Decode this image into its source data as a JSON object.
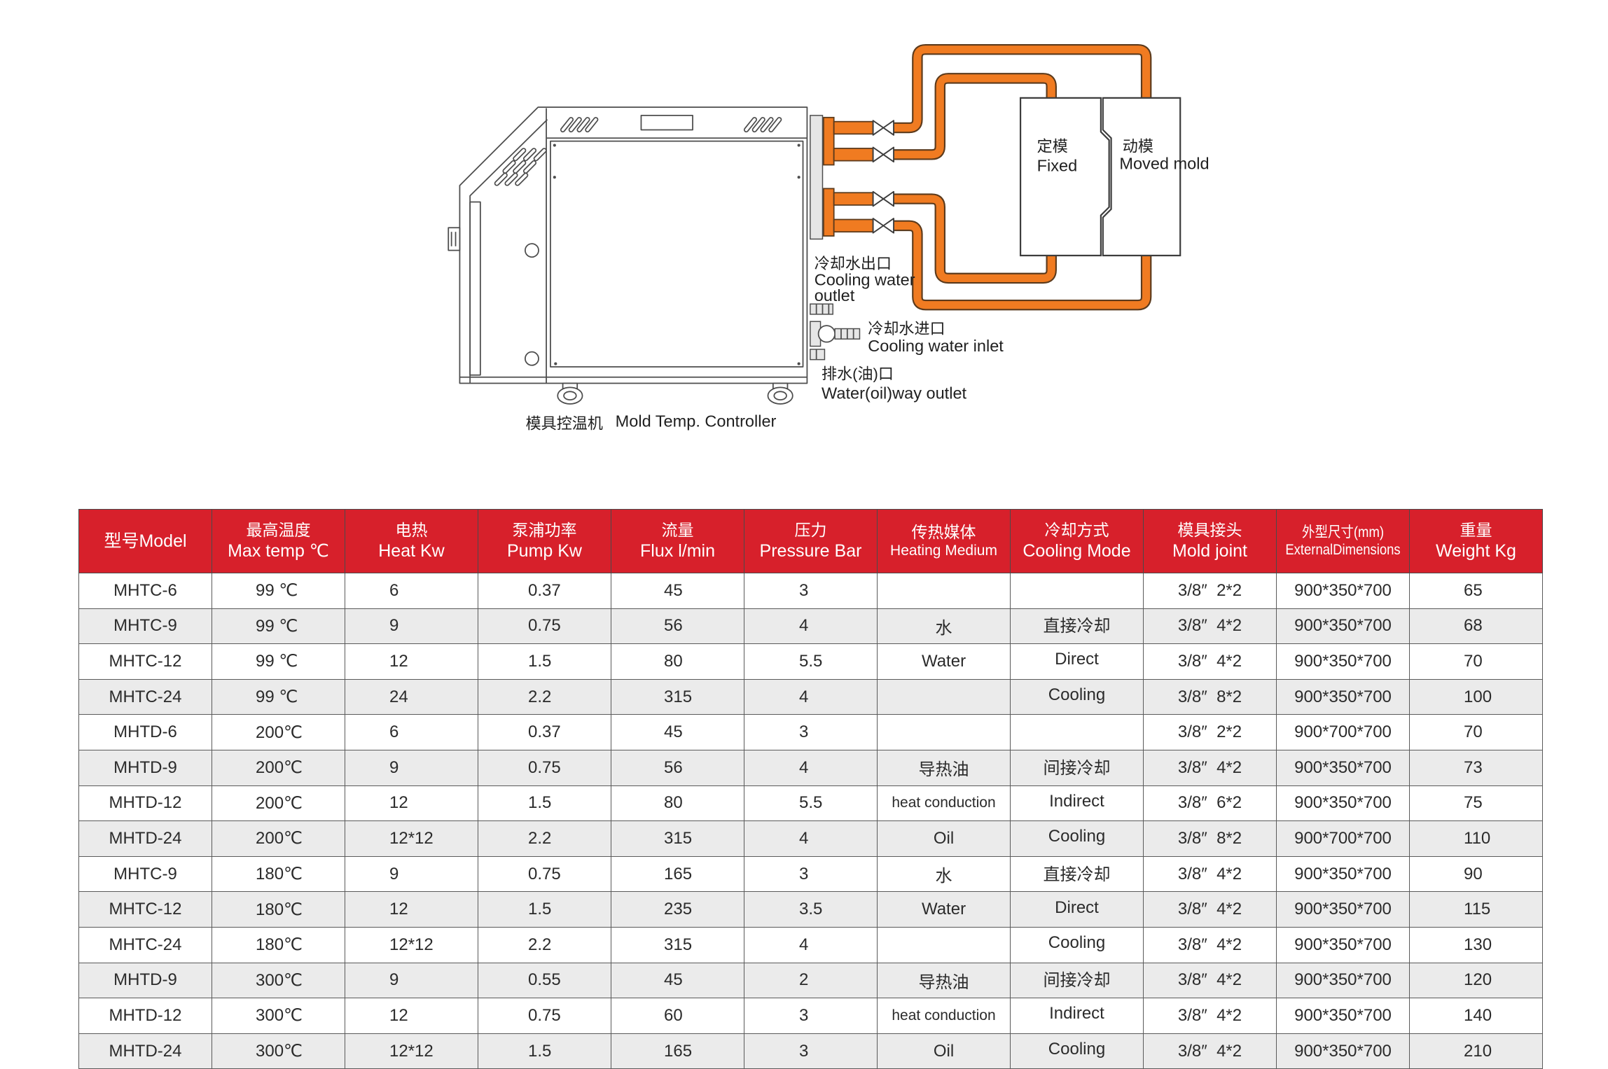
{
  "diagram": {
    "machine_label_cn": "模具控温机",
    "machine_label_en": "Mold Temp. Controller",
    "fixed_mold_cn": "定模",
    "fixed_mold_en": "Fixed",
    "moved_mold_cn": "动模",
    "moved_mold_en": "Moved mold",
    "cooling_outlet_cn": "冷却水出口",
    "cooling_outlet_en_1": "Cooling water",
    "cooling_outlet_en_2": "outlet",
    "cooling_inlet_cn": "冷却水进口",
    "cooling_inlet_en": "Cooling water inlet",
    "drain_cn": "排水(油)口",
    "drain_en": "Water(oil)way outlet",
    "pipe_color": "#f07b21"
  },
  "table": {
    "header_color": "#d7202b",
    "alt_row_color": "#ebebeb",
    "columns": [
      {
        "line1": "型号Model"
      },
      {
        "line1": "最高温度",
        "line2": "Max temp ℃"
      },
      {
        "line1": "电热",
        "line2": "Heat Kw"
      },
      {
        "line1": "泵浦功率",
        "line2": "Pump Kw"
      },
      {
        "line1": "流量",
        "line2": "Flux l/min"
      },
      {
        "line1": "压力",
        "line2": "Pressure Bar"
      },
      {
        "line1": "传热媒体",
        "line2": "Heating Medium"
      },
      {
        "line1": "冷却方式",
        "line2": "Cooling Mode"
      },
      {
        "line1": "模具接头",
        "line2": "Mold joint"
      },
      {
        "line1": "外型尺寸(mm)",
        "line2": "ExternalDimensions"
      },
      {
        "line1": "重量",
        "line2": "Weight Kg"
      }
    ],
    "rows": [
      {
        "model": "MHTC-6",
        "max_temp": "99 ℃",
        "heat_kw": "6",
        "pump_kw": "0.37",
        "flux": "45",
        "pressure": "3",
        "medium": "",
        "cooling": "",
        "mold_joint": "3/8″  2*2",
        "dimensions": "900*350*700",
        "weight": "65"
      },
      {
        "model": "MHTC-9",
        "max_temp": "99 ℃",
        "heat_kw": "9",
        "pump_kw": "0.75",
        "flux": "56",
        "pressure": "4",
        "medium": "水",
        "cooling": "直接冷却",
        "mold_joint": "3/8″  4*2",
        "dimensions": "900*350*700",
        "weight": "68"
      },
      {
        "model": "MHTC-12",
        "max_temp": "99 ℃",
        "heat_kw": "12",
        "pump_kw": "1.5",
        "flux": "80",
        "pressure": "5.5",
        "medium": "Water",
        "cooling": "Direct",
        "mold_joint": "3/8″  4*2",
        "dimensions": "900*350*700",
        "weight": "70"
      },
      {
        "model": "MHTC-24",
        "max_temp": "99 ℃",
        "heat_kw": "24",
        "pump_kw": "2.2",
        "flux": "315",
        "pressure": "4",
        "medium": "",
        "cooling": "Cooling",
        "mold_joint": "3/8″  8*2",
        "dimensions": "900*350*700",
        "weight": "100"
      },
      {
        "model": "MHTD-6",
        "max_temp": "200℃",
        "heat_kw": "6",
        "pump_kw": "0.37",
        "flux": "45",
        "pressure": "3",
        "medium": "",
        "cooling": "",
        "mold_joint": "3/8″  2*2",
        "dimensions": "900*700*700",
        "weight": "70"
      },
      {
        "model": "MHTD-9",
        "max_temp": "200℃",
        "heat_kw": "9",
        "pump_kw": "0.75",
        "flux": "56",
        "pressure": "4",
        "medium": "导热油",
        "cooling": "间接冷却",
        "mold_joint": "3/8″  4*2",
        "dimensions": "900*350*700",
        "weight": "73"
      },
      {
        "model": "MHTD-12",
        "max_temp": "200℃",
        "heat_kw": "12",
        "pump_kw": "1.5",
        "flux": "80",
        "pressure": "5.5",
        "medium": "heat conduction",
        "cooling": "Indirect",
        "mold_joint": "3/8″  6*2",
        "dimensions": "900*350*700",
        "weight": "75"
      },
      {
        "model": "MHTD-24",
        "max_temp": "200℃",
        "heat_kw": "12*12",
        "pump_kw": "2.2",
        "flux": "315",
        "pressure": "4",
        "medium": "Oil",
        "cooling": "Cooling",
        "mold_joint": "3/8″  8*2",
        "dimensions": "900*700*700",
        "weight": "110"
      },
      {
        "model": "MHTC-9",
        "max_temp": "180℃",
        "heat_kw": "9",
        "pump_kw": "0.75",
        "flux": "165",
        "pressure": "3",
        "medium": "水",
        "cooling": "直接冷却",
        "mold_joint": "3/8″  4*2",
        "dimensions": "900*350*700",
        "weight": "90"
      },
      {
        "model": "MHTC-12",
        "max_temp": "180℃",
        "heat_kw": "12",
        "pump_kw": "1.5",
        "flux": "235",
        "pressure": "3.5",
        "medium": "Water",
        "cooling": "Direct",
        "mold_joint": "3/8″  4*2",
        "dimensions": "900*350*700",
        "weight": "115"
      },
      {
        "model": "MHTC-24",
        "max_temp": "180℃",
        "heat_kw": "12*12",
        "pump_kw": "2.2",
        "flux": "315",
        "pressure": "4",
        "medium": "",
        "cooling": "Cooling",
        "mold_joint": "3/8″  4*2",
        "dimensions": "900*350*700",
        "weight": "130"
      },
      {
        "model": "MHTD-9",
        "max_temp": "300℃",
        "heat_kw": "9",
        "pump_kw": "0.55",
        "flux": "45",
        "pressure": "2",
        "medium": "导热油",
        "cooling": "间接冷却",
        "mold_joint": "3/8″  4*2",
        "dimensions": "900*350*700",
        "weight": "120"
      },
      {
        "model": "MHTD-12",
        "max_temp": "300℃",
        "heat_kw": "12",
        "pump_kw": "0.75",
        "flux": "60",
        "pressure": "3",
        "medium": "heat conduction",
        "cooling": "Indirect",
        "mold_joint": "3/8″  4*2",
        "dimensions": "900*350*700",
        "weight": "140"
      },
      {
        "model": "MHTD-24",
        "max_temp": "300℃",
        "heat_kw": "12*12",
        "pump_kw": "1.5",
        "flux": "165",
        "pressure": "3",
        "medium": "Oil",
        "cooling": "Cooling",
        "mold_joint": "3/8″  4*2",
        "dimensions": "900*350*700",
        "weight": "210"
      }
    ]
  }
}
